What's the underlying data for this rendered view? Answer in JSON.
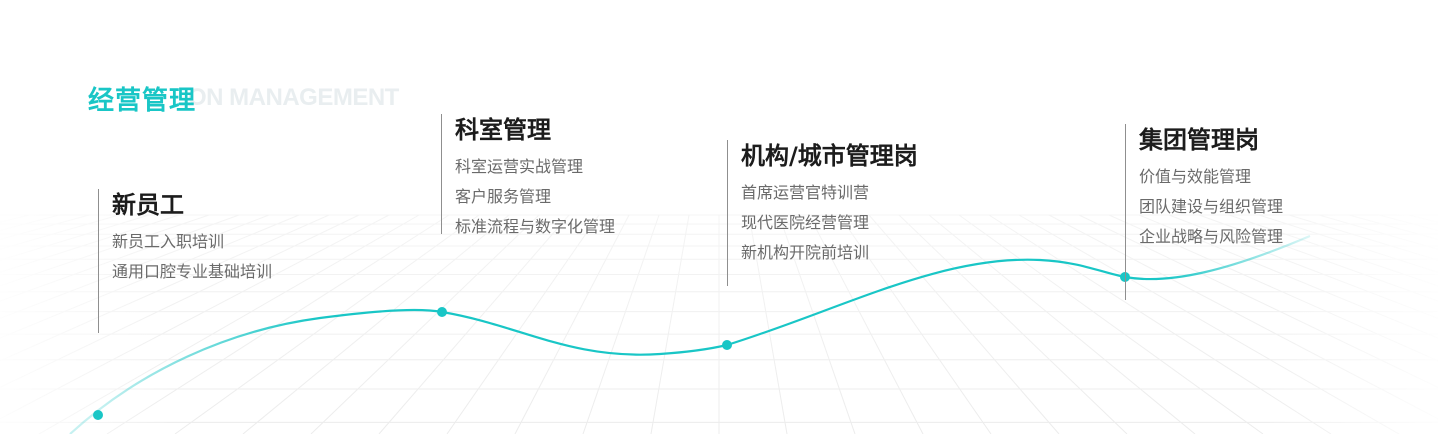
{
  "section": {
    "title": "经营管理",
    "subtitle": "ON MANAGEMENT"
  },
  "colors": {
    "accent": "#19c6c6",
    "grid": "#ececec",
    "title": "#1c1c1c",
    "text": "#6a6a6a"
  },
  "stages": [
    {
      "title": "新员工",
      "items": [
        "新员工入职培训",
        "通用口腔专业基础培训"
      ]
    },
    {
      "title": "科室管理",
      "items": [
        "科室运营实战管理",
        "客户服务管理",
        "标准流程与数字化管理"
      ]
    },
    {
      "title": "机构/城市管理岗",
      "items": [
        "首席运营官特训营",
        "现代医院经营管理",
        "新机构开院前培训"
      ]
    },
    {
      "title": "集团管理岗",
      "items": [
        "价值与效能管理",
        "团队建设与组织管理",
        "企业战略与风险管理"
      ]
    }
  ]
}
